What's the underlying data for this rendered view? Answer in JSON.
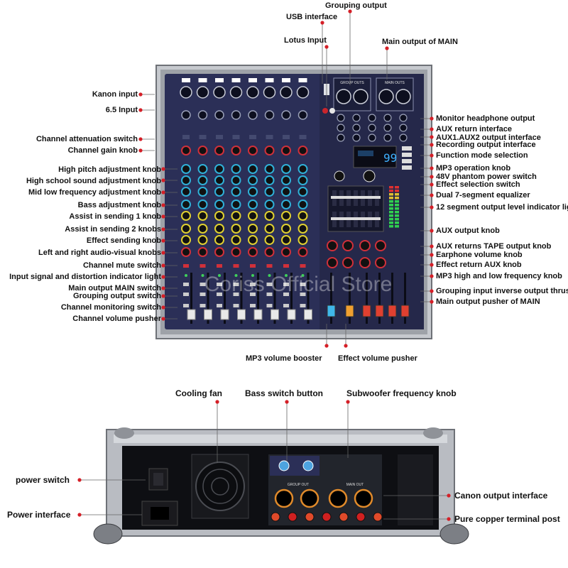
{
  "colors": {
    "accent_dot": "#d51f27",
    "panel_face": "#2b2f57",
    "case_metal": "#b9bcc2",
    "case_dark": "#5a5d63"
  },
  "watermark": "Coriss Official Store",
  "top_labels": [
    "Grouping output",
    "USB interface",
    "Lotus Input",
    "Main output of MAIN"
  ],
  "left_labels": [
    "Kanon input",
    "6.5 Input",
    "Channel attenuation switch",
    "Channel gain knob",
    "High pitch adjustment knob",
    "High school sound adjustment knob",
    "Mid low frequency adjustment knob",
    "Bass adjustment knob",
    "Assist in sending 1 knob",
    "Assist in sending 2 knobs",
    "Effect sending knob",
    "Left and right audio-visual knobs",
    "Channel mute switch",
    "Input signal and distortion indicator light",
    "Main output MAIN switch",
    "Grouping output switch",
    "Channel monitoring switch",
    "Channel volume pusher"
  ],
  "right_labels": [
    "Monitor headphone output",
    "AUX return interface",
    "AUX1.AUX2 output interface",
    "Recording output interface",
    "Function mode selection",
    "MP3 operation knob",
    "48V phantom power switch",
    "Effect selection switch",
    "Dual 7-segment equalizer",
    "12 segment output level indicator light",
    "AUX output knob",
    "AUX returns TAPE output knob",
    "Earphone volume knob",
    "Effect return AUX knob",
    "MP3 high and low frequency knob",
    "Grouping input inverse output thruster",
    "Main output pusher of MAIN"
  ],
  "bottom_labels": [
    "MP3 volume booster",
    "Effect volume pusher"
  ],
  "rear_top_labels": [
    "Cooling fan",
    "Bass switch button",
    "Subwoofer frequency knob"
  ],
  "rear_left_labels": [
    "power switch",
    "Power interface"
  ],
  "rear_right_labels": [
    "Canon output interface",
    "Pure copper terminal post"
  ],
  "panel_text": {
    "group_outs": "GROUP OUTS",
    "main_outs": "MAIN OUTS",
    "group_out": "GROUP OUT",
    "main_out": "MAIN OUT",
    "display": "99"
  }
}
